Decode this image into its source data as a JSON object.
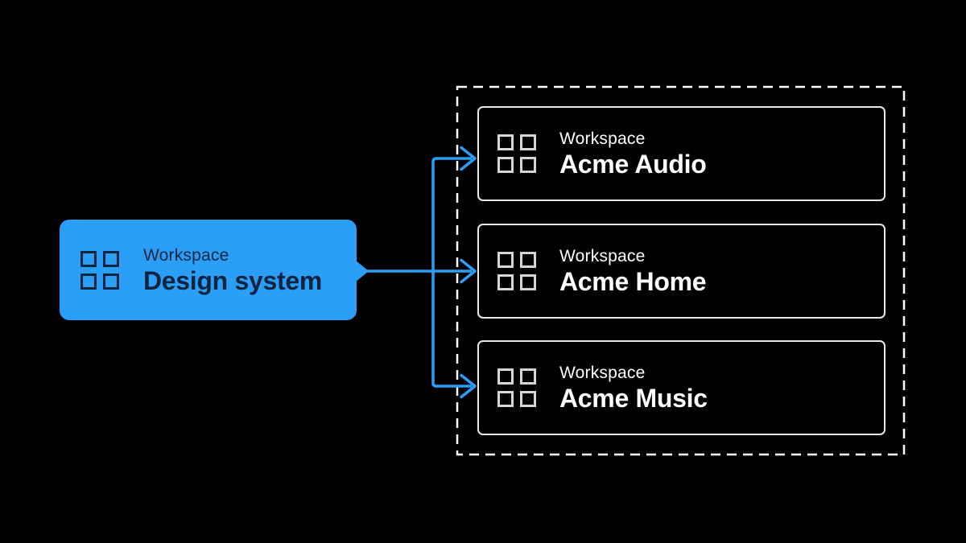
{
  "diagram": {
    "source_box": {
      "icon": "grid-2x2-icon",
      "label": "Workspace",
      "title": "Design system"
    },
    "target_group": {
      "boxes": [
        {
          "icon": "grid-2x2-icon",
          "label": "Workspace",
          "title": "Acme Audio"
        },
        {
          "icon": "grid-2x2-icon",
          "label": "Workspace",
          "title": "Acme Home"
        },
        {
          "icon": "grid-2x2-icon",
          "label": "Workspace",
          "title": "Acme Music"
        }
      ]
    },
    "colors": {
      "background": "#000000",
      "accent_blue": "#2B9EF8",
      "navy_text": "#0D2440",
      "box_border": "#E8E8E8",
      "icon_gray": "#D6D6D6",
      "text_white": "#FFFFFF",
      "dashed_outline": "#FFFFFF"
    }
  }
}
